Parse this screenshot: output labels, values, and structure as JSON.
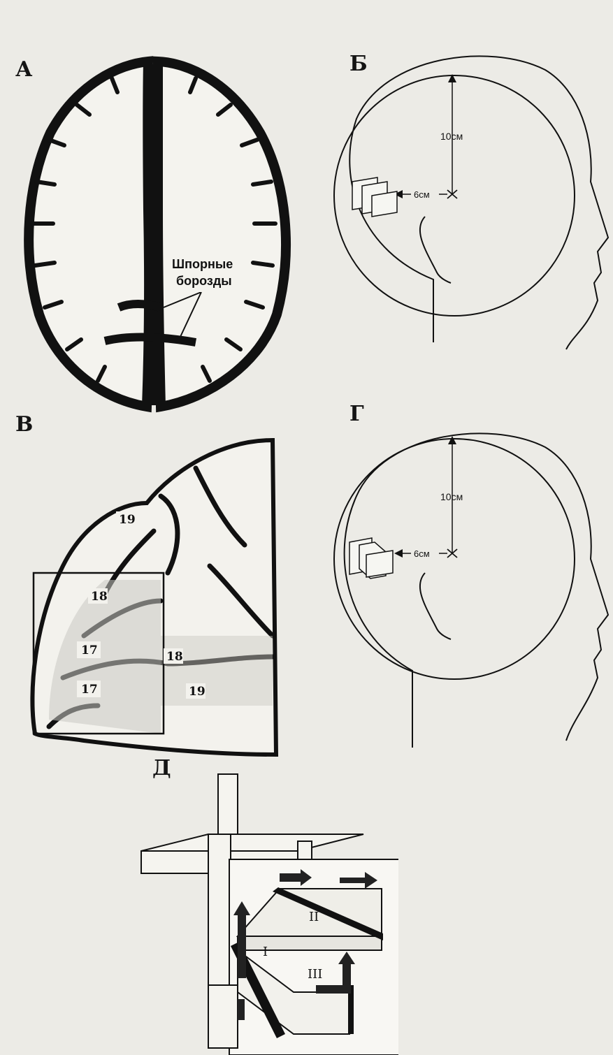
{
  "panels": {
    "A": {
      "letter": "А",
      "sulci_label_line1": "Шпорные",
      "sulci_label_line2": "борозды"
    },
    "B": {
      "letter": "Б",
      "dist_vertical": "10см",
      "dist_horizontal": "6см"
    },
    "V": {
      "letter": "В",
      "areas": [
        "19",
        "18",
        "17",
        "17",
        "18",
        "19"
      ]
    },
    "G": {
      "letter": "Г",
      "dist_vertical": "10см",
      "dist_horizontal": "6см"
    },
    "D": {
      "letter": "Д",
      "roman_labels": [
        "I",
        "II",
        "III"
      ]
    }
  },
  "colors": {
    "ink": "#141414",
    "paper": "#ecebe6"
  }
}
